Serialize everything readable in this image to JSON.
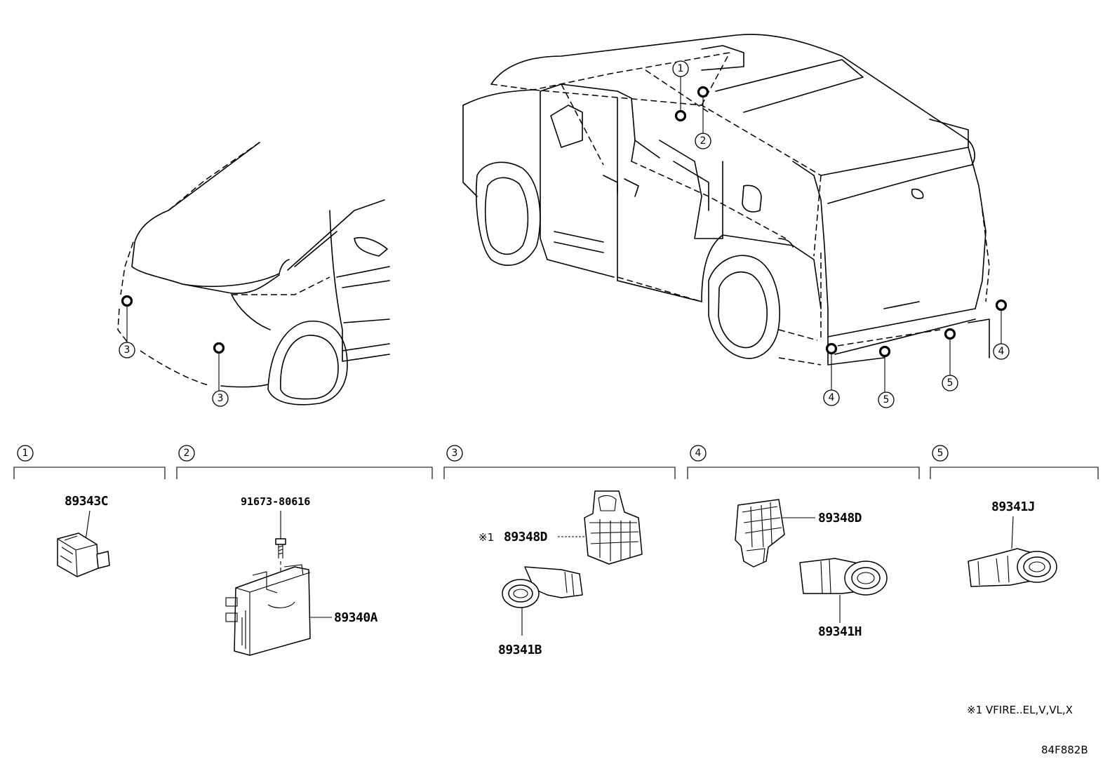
{
  "callouts": [
    "1",
    "2",
    "3",
    "4",
    "5"
  ],
  "sections": [
    {
      "num": "1",
      "parts": [
        "89343C"
      ]
    },
    {
      "num": "2",
      "parts": [
        "91673-80616",
        "89340A"
      ]
    },
    {
      "num": "3",
      "parts": [
        "89348D",
        "89341B"
      ],
      "mark": "※1"
    },
    {
      "num": "4",
      "parts": [
        "89348D",
        "89341H"
      ]
    },
    {
      "num": "5",
      "parts": [
        "89341J"
      ]
    }
  ],
  "footnote": "※1 VFIRE..EL,V,VL,X",
  "diagram_code": "84F882B"
}
